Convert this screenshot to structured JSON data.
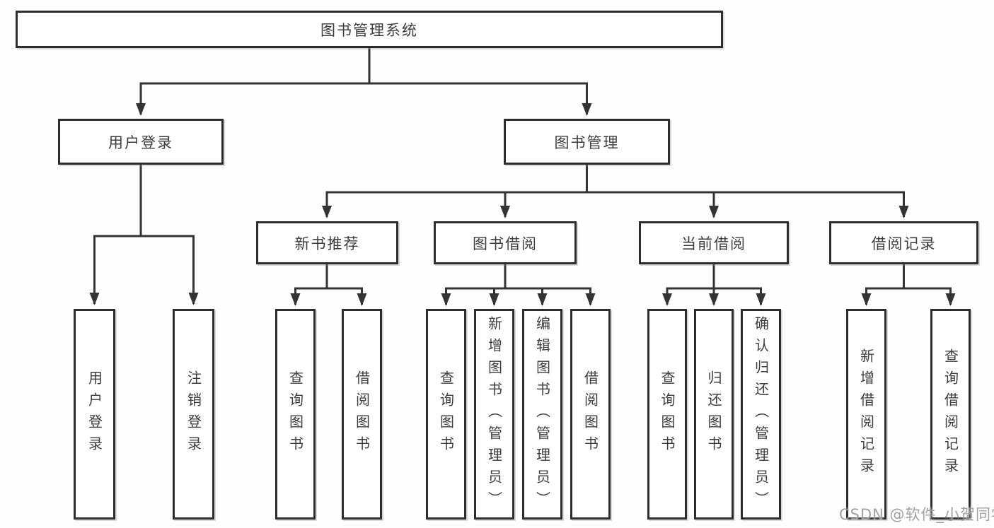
{
  "watermark": "CSDN @软件_小贺同学",
  "colors": {
    "line": "#333333",
    "box_border": "#2d2d2d",
    "text": "#3d3d3d",
    "watermark": "#969696",
    "background": "#fefefe"
  },
  "tree": {
    "label": "图书管理系统",
    "children": [
      {
        "label": "用户登录",
        "children": [
          {
            "label": "用户登录"
          },
          {
            "label": "注销登录"
          }
        ]
      },
      {
        "label": "图书管理",
        "children": [
          {
            "label": "新书推荐",
            "children": [
              {
                "label": "查询图书"
              },
              {
                "label": "借阅图书"
              }
            ]
          },
          {
            "label": "图书借阅",
            "children": [
              {
                "label": "查询图书"
              },
              {
                "label": "新增图书（管理员）"
              },
              {
                "label": "编辑图书（管理员）"
              },
              {
                "label": "借阅图书"
              }
            ]
          },
          {
            "label": "当前借阅",
            "children": [
              {
                "label": "查询图书"
              },
              {
                "label": "归还图书"
              },
              {
                "label": "确认归还（管理员）"
              }
            ]
          },
          {
            "label": "借阅记录",
            "children": [
              {
                "label": "新增借阅记录"
              },
              {
                "label": "查询借阅记录"
              }
            ]
          }
        ]
      }
    ]
  }
}
